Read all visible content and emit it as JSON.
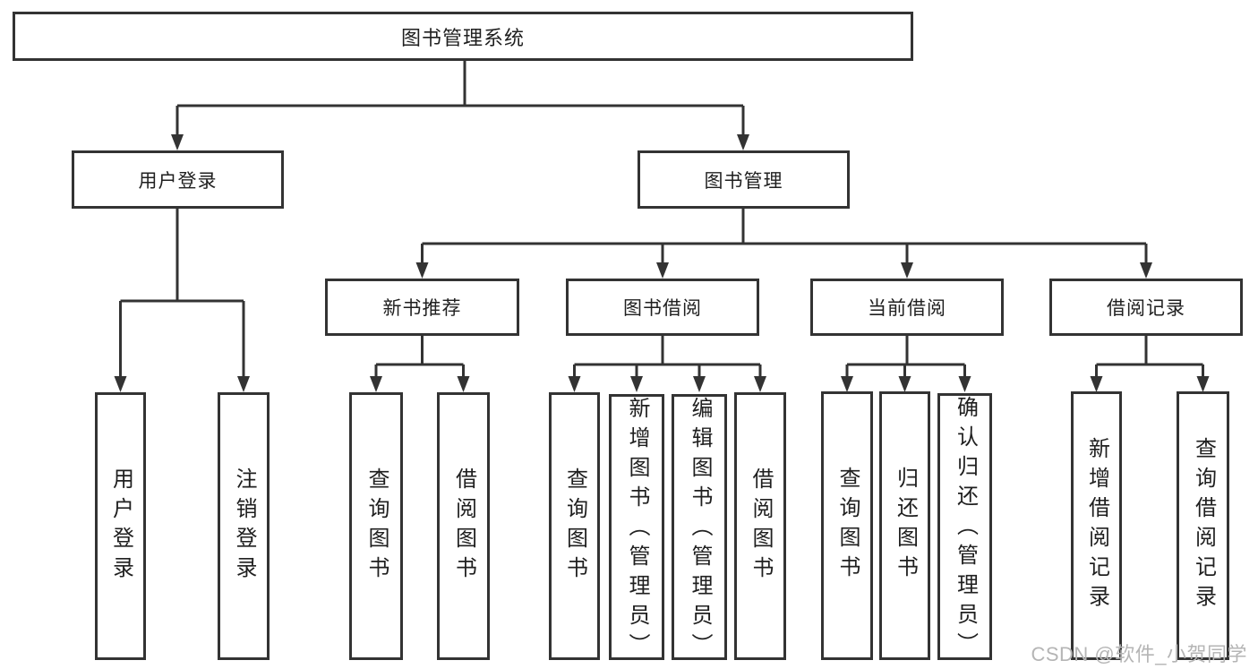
{
  "colors": {
    "line": "#333333",
    "text": "#1f1f1f",
    "box_background": "#ffffff",
    "page_background": "#ffffff",
    "watermark": "#b5b5b5"
  },
  "tree": {
    "root": {
      "label": "图书管理系统"
    },
    "children": [
      {
        "label": "用户登录",
        "children": [
          {
            "label": "用户登录"
          },
          {
            "label": "注销登录"
          }
        ]
      },
      {
        "label": "图书管理",
        "children": [
          {
            "label": "新书推荐",
            "children": [
              {
                "label": "查询图书"
              },
              {
                "label": "借阅图书"
              }
            ]
          },
          {
            "label": "图书借阅",
            "children": [
              {
                "label": "查询图书"
              },
              {
                "label": "新增图书（管理员）"
              },
              {
                "label": "编辑图书（管理员）"
              },
              {
                "label": "借阅图书"
              }
            ]
          },
          {
            "label": "当前借阅",
            "children": [
              {
                "label": "查询图书"
              },
              {
                "label": "归还图书"
              },
              {
                "label": "确认归还（管理员）"
              }
            ]
          },
          {
            "label": "借阅记录",
            "children": [
              {
                "label": "新增借阅记录"
              },
              {
                "label": "查询借阅记录"
              }
            ]
          }
        ]
      }
    ]
  },
  "watermark": {
    "text": "CSDN @软件_小贺同学"
  }
}
